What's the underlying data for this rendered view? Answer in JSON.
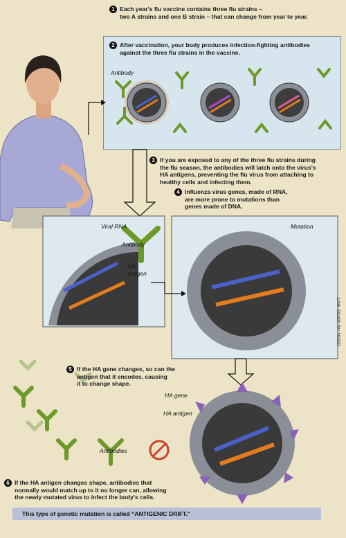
{
  "steps": [
    {
      "num": "1",
      "lines": [
        "Each year's flu vaccine contains three flu strains –",
        "two A strains and one B strain – that can change from year to year."
      ]
    },
    {
      "num": "2",
      "lines": [
        "After vaccination, your body produces infection-fighting antibodies",
        "against the three flu strains in the vaccine."
      ]
    },
    {
      "num": "3",
      "lines": [
        "If you are exposed to any of the three flu strains during",
        "the flu season, the antibodies will latch onto the virus's",
        "HA antigens, preventing the flu virus from attaching to",
        "healthy cells and infecting them."
      ]
    },
    {
      "num": "4",
      "lines": [
        "Influenza virus genes, made of RNA,",
        "are more prone to mutations than",
        "genes made of DNA."
      ]
    },
    {
      "num": "5",
      "lines": [
        "If the HA gene changes, so can the",
        "antigen that it encodes, causing",
        "it to change shape."
      ]
    },
    {
      "num": "6",
      "lines": [
        "If the HA antigen changes shape, antibodies that",
        "normally would match up to it no longer can, allowing",
        "the newly mutated virus to infect the body's cells."
      ]
    }
  ],
  "labels": {
    "antibody_top": "Antibody",
    "viral_rna": "Viral RNA",
    "antibody_mid": "Antibody",
    "ha_antigen_line1": "HA",
    "ha_antigen_line2": "antigen",
    "mutation": "Mutation",
    "ha_gene": "HA gene",
    "ha_antigen_bottom": "HA antigen",
    "antibodies": "Antibodies"
  },
  "credit": "Link Studio for NIAID",
  "footer": {
    "prefix": "This type of genetic mutation is called ",
    "term": "“ANTIGENIC DRIFT.”"
  },
  "colors": {
    "background": "#ede3c7",
    "panel_blue": "#d7e5ee",
    "footer_band": "#b9c1d6",
    "antibody_green": "#6c9a28",
    "rna_blue": "#4b61c8",
    "rna_orange": "#e47c1e",
    "spike_purple": "#8a62b8",
    "virus_shell": "#8a8e96"
  }
}
